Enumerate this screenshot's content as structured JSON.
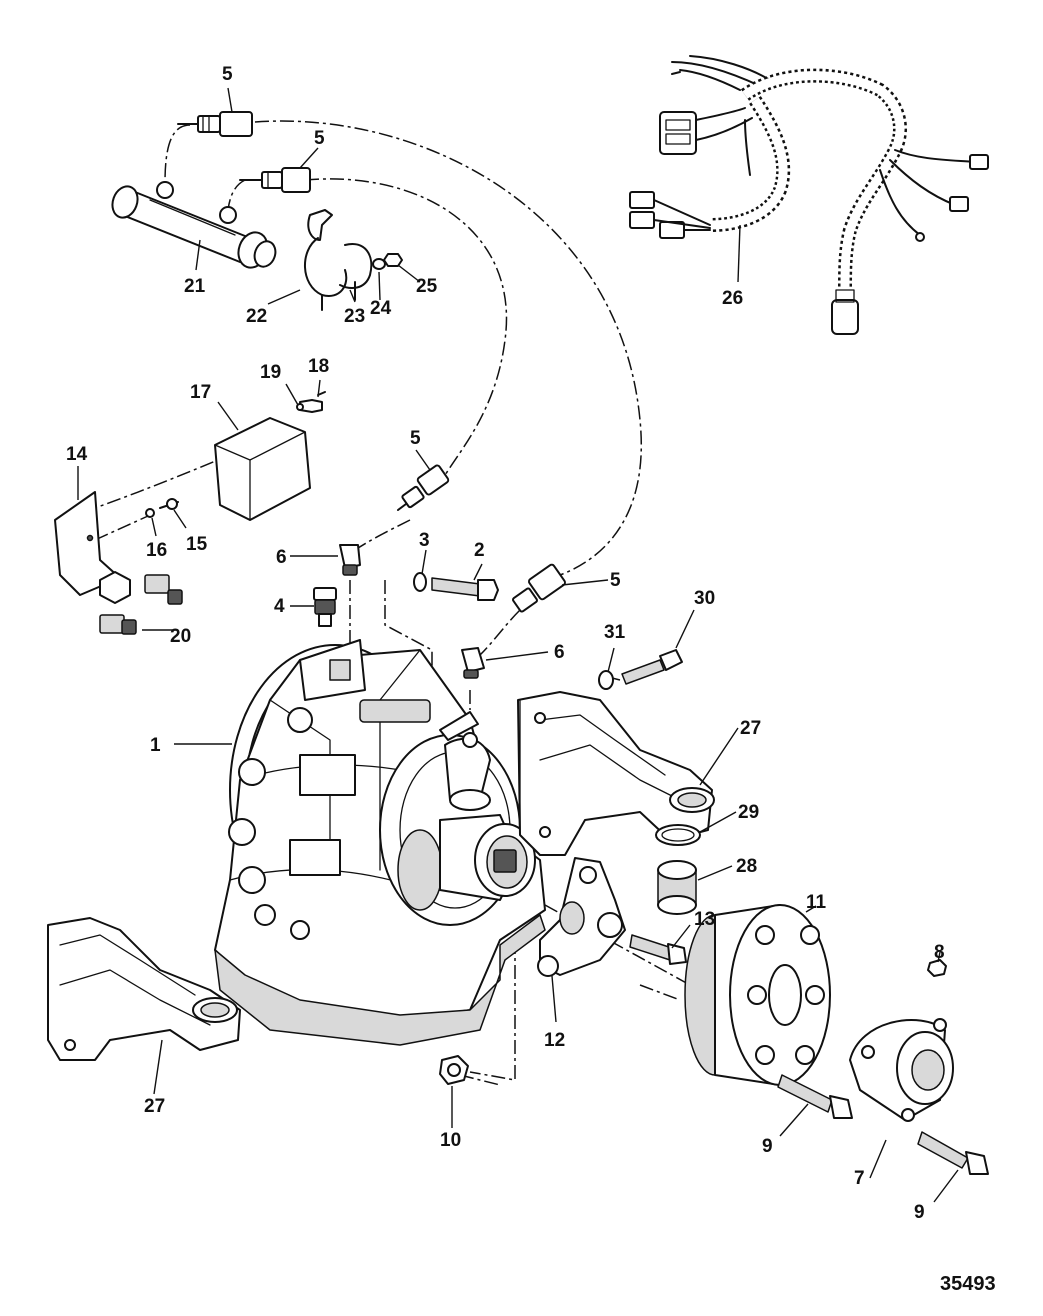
{
  "figure_number": "35493",
  "callouts": [
    {
      "id": "c1",
      "label": "1"
    },
    {
      "id": "c2",
      "label": "2"
    },
    {
      "id": "c3",
      "label": "3"
    },
    {
      "id": "c4",
      "label": "4"
    },
    {
      "id": "c5a",
      "label": "5"
    },
    {
      "id": "c5b",
      "label": "5"
    },
    {
      "id": "c5c",
      "label": "5"
    },
    {
      "id": "c5d",
      "label": "5"
    },
    {
      "id": "c6a",
      "label": "6"
    },
    {
      "id": "c6b",
      "label": "6"
    },
    {
      "id": "c7",
      "label": "7"
    },
    {
      "id": "c8",
      "label": "8"
    },
    {
      "id": "c9a",
      "label": "9"
    },
    {
      "id": "c9b",
      "label": "9"
    },
    {
      "id": "c10",
      "label": "10"
    },
    {
      "id": "c11",
      "label": "11"
    },
    {
      "id": "c12",
      "label": "12"
    },
    {
      "id": "c13",
      "label": "13"
    },
    {
      "id": "c14",
      "label": "14"
    },
    {
      "id": "c15",
      "label": "15"
    },
    {
      "id": "c16",
      "label": "16"
    },
    {
      "id": "c17",
      "label": "17"
    },
    {
      "id": "c18",
      "label": "18"
    },
    {
      "id": "c19",
      "label": "19"
    },
    {
      "id": "c20",
      "label": "20"
    },
    {
      "id": "c21",
      "label": "21"
    },
    {
      "id": "c22",
      "label": "22"
    },
    {
      "id": "c23",
      "label": "23"
    },
    {
      "id": "c24",
      "label": "24"
    },
    {
      "id": "c25",
      "label": "25"
    },
    {
      "id": "c26",
      "label": "26"
    },
    {
      "id": "c27a",
      "label": "27"
    },
    {
      "id": "c27b",
      "label": "27"
    },
    {
      "id": "c28",
      "label": "28"
    },
    {
      "id": "c29",
      "label": "29"
    },
    {
      "id": "c30",
      "label": "30"
    },
    {
      "id": "c31",
      "label": "31"
    }
  ]
}
